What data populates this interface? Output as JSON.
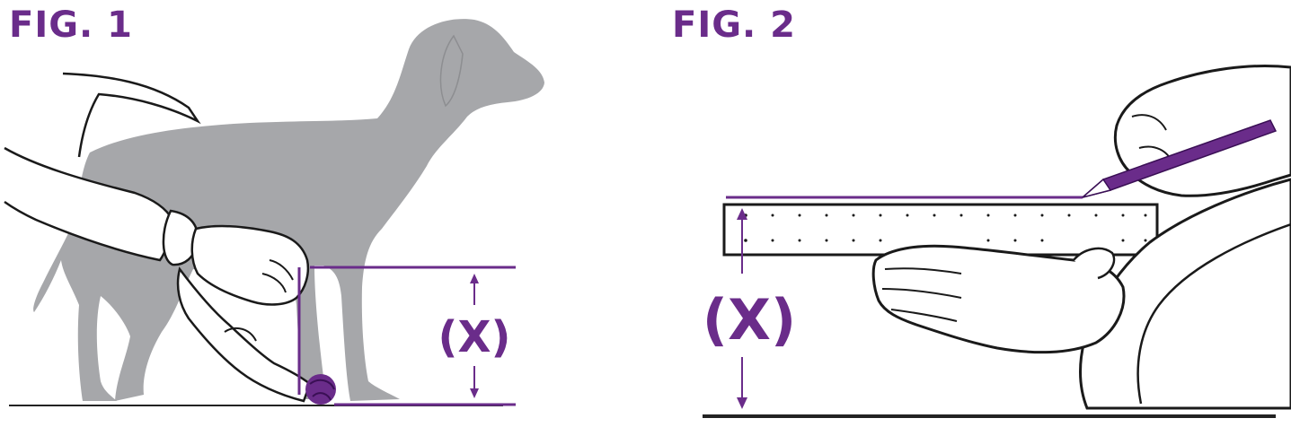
{
  "colors": {
    "accent": "#6a2c8a",
    "dog": "#a6a7aa",
    "line": "#1a1a1a",
    "ground": "#222222",
    "background": "#ffffff"
  },
  "fig1": {
    "title": "FIG. 1",
    "measure_label": "(X)"
  },
  "fig2": {
    "title": "FIG. 2",
    "measure_label": "(X)"
  }
}
